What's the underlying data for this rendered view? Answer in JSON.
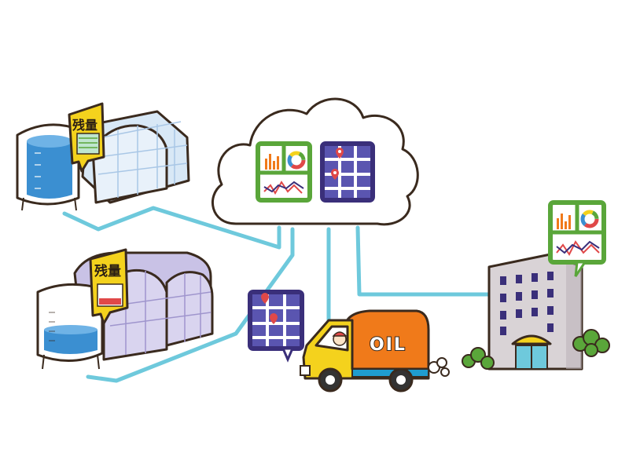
{
  "tank_labels": {
    "top": "残量",
    "bottom": "残量"
  },
  "truck": {
    "tank_text": "OIL"
  },
  "icons": {
    "cloud": "cloud-icon",
    "dashboard": "analytics-dashboard-icon",
    "map": "route-map-icon",
    "greenhouse": "greenhouse-icon",
    "tank": "fuel-tank-icon",
    "truck": "oil-delivery-truck-icon",
    "office": "office-building-icon"
  },
  "colors": {
    "network_line": "#6ec9dc",
    "tank_liquid": "#3b8fd1",
    "truck_body": "#f4d21d",
    "truck_tank": "#f07a1a",
    "dashboard_border": "#5aa63a",
    "map_border": "#3a2f7a",
    "greenhouse_purple": "#c9c2e6",
    "greenhouse_blue": "#d8e8f6"
  }
}
